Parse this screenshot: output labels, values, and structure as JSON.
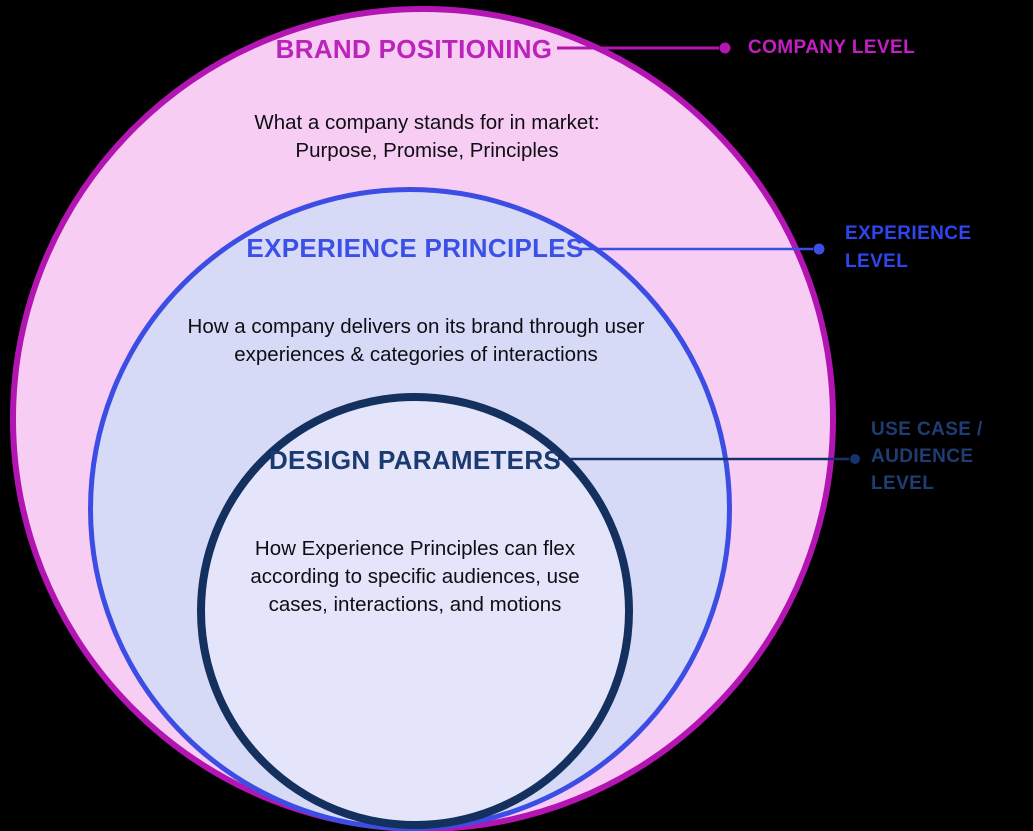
{
  "diagram": {
    "type": "nested-circles",
    "background_color": "#000000",
    "description_text_color": "#0e0e14",
    "rings": [
      {
        "id": "brand-positioning",
        "title": "BRAND POSITIONING",
        "description_lines": [
          "What a company stands for in market:",
          "Purpose, Promise, Principles"
        ],
        "level_label_lines": [
          "COMPANY LEVEL"
        ],
        "fill_color": "#f8cdf3",
        "border_color": "#b315b3",
        "title_color": "#bb24bb",
        "label_color": "#c41ec4"
      },
      {
        "id": "experience-principles",
        "title": "EXPERIENCE PRINCIPLES",
        "description_lines": [
          "How a company delivers on its brand through user",
          "experiences & categories of interactions"
        ],
        "level_label_lines": [
          "EXPERIENCE",
          "LEVEL"
        ],
        "fill_color": "#d7daf7",
        "border_color": "#3c4de4",
        "title_color": "#3c50e8",
        "label_color": "#2e46f0"
      },
      {
        "id": "design-parameters",
        "title": "DESIGN PARAMETERS",
        "description_lines": [
          "How Experience Principles can flex",
          "according to specific audiences, use",
          "cases, interactions, and motions"
        ],
        "level_label_lines": [
          "USE CASE /",
          "AUDIENCE",
          "LEVEL"
        ],
        "fill_color": "#e4e5fa",
        "border_color": "#14305f",
        "title_color": "#1b3a70",
        "label_color": "#1f3d72"
      }
    ]
  }
}
